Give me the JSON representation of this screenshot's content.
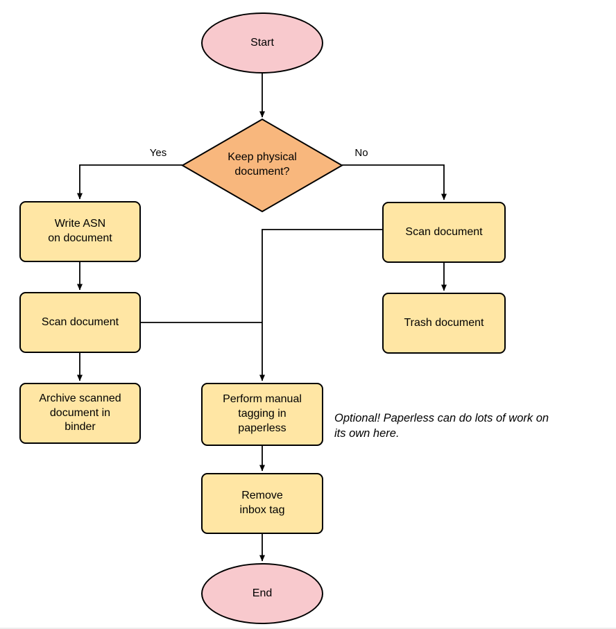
{
  "diagram": {
    "type": "flowchart",
    "nodes": {
      "start": "Start",
      "decision": "Keep physical\ndocument?",
      "write_asn": "Write ASN\non document",
      "scan_left": "Scan document",
      "archive": "Archive scanned\ndocument in\nbinder",
      "scan_right": "Scan document",
      "trash": "Trash document",
      "perform_tagging": "Perform manual\ntagging in\npaperless",
      "remove_inbox": "Remove\ninbox tag",
      "end": "End"
    },
    "edge_labels": {
      "yes": "Yes",
      "no": "No"
    },
    "annotation": "Optional! Paperless can do lots of work on\nits own here.",
    "colors": {
      "terminal_fill": "#f8c9cd",
      "decision_fill": "#f8b77d",
      "process_fill": "#ffe6a4",
      "stroke": "#000000"
    }
  }
}
